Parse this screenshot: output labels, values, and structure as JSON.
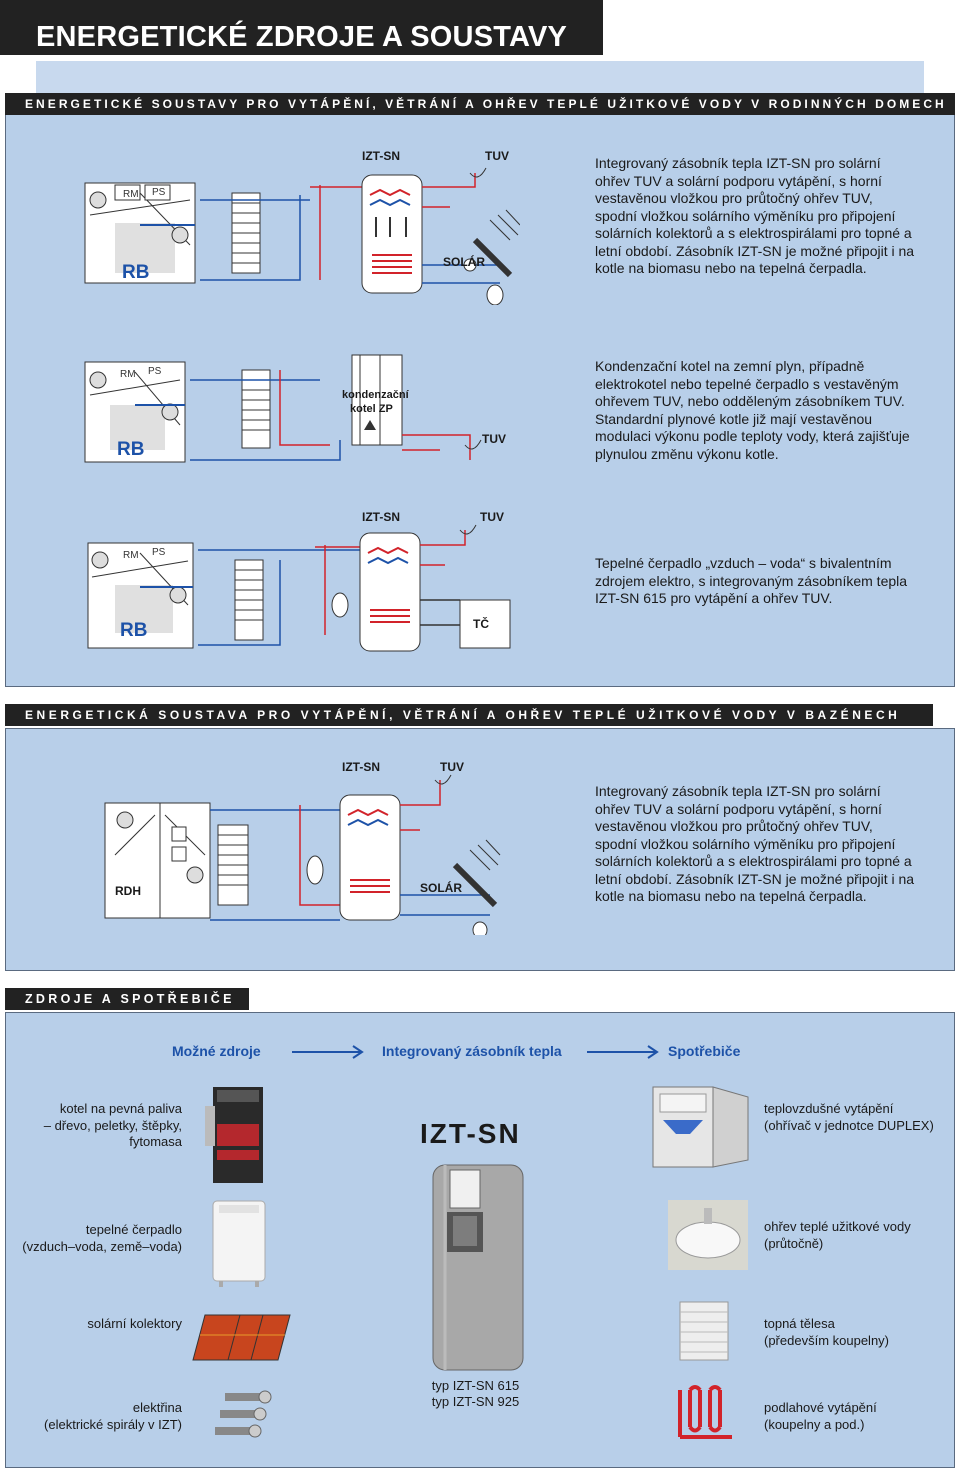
{
  "page_title": "ENERGETICKÉ ZDROJE A SOUSTAVY",
  "sections": {
    "homes_label": "ENERGETICKÉ SOUSTAVY PRO VYTÁPĚNÍ, VĚTRÁNÍ A OHŘEV TEPLÉ UŽITKOVÉ VODY V RODINNÝCH DOMECH",
    "pools_label": "ENERGETICKÁ SOUSTAVA PRO VYTÁPĚNÍ, VĚTRÁNÍ A OHŘEV TEPLÉ UŽITKOVÉ VODY V BAZÉNECH",
    "sources_label": "ZDROJE A SPOTŘEBIČE"
  },
  "diagrams": {
    "d1": {
      "rm": "RM",
      "ps": "PS",
      "rb": "RB",
      "tank": "IZT-SN",
      "tuv": "TUV",
      "solar": "SOLÁR"
    },
    "d2": {
      "rm": "RM",
      "ps": "PS",
      "rb": "RB",
      "boiler": "kondenzační kotel ZP",
      "tuv": "TUV"
    },
    "d3": {
      "rm": "RM",
      "ps": "PS",
      "rb": "RB",
      "tank": "IZT-SN",
      "tuv": "TUV",
      "tc": "TČ"
    },
    "d4": {
      "rdh": "RDH",
      "tank": "IZT-SN",
      "tuv": "TUV",
      "solar": "SOLÁR"
    }
  },
  "descriptions": {
    "d1": "Integrovaný zásobník tepla IZT-SN pro solární ohřev TUV a solární podporu vytápění, s horní vestavěnou vložkou pro průtočný ohřev TUV, spodní vložkou solárního výměníku pro připojení solárních kolektorů a s elektrospirálami pro topné a letní období. Zásobník IZT-SN je možné připojit i na kotle na biomasu nebo na tepelná čerpadla.",
    "d2": "Kondenzační kotel na zemní plyn, případně elektrokotel nebo tepelné čerpadlo s vestavěným ohřevem TUV, nebo odděleným zásobníkem TUV. Standardní plynové kotle již mají vestavěnou modulaci výkonu podle teploty vody, která zajišťuje plynulou změnu výkonu kotle.",
    "d3": "Tepelné čerpadlo „vzduch – voda“ s bivalentním zdrojem elektro, s integrovaným zásobníkem tepla IZT-SN 615 pro vytápění a ohřev TUV.",
    "d4": "Integrovaný zásobník tepla IZT-SN pro solární ohřev TUV a solární podporu vytápění, s horní vestavěnou vložkou pro průtočný ohřev TUV, spodní vložkou solárního výměníku pro připojení solárních kolektorů a s elektrospirálami pro topné a letní období. Zásobník IZT-SN je možné připojit i na kotle na biomasu nebo na tepelná čerpadla."
  },
  "flow": {
    "sources": "Možné zdroje",
    "storage": "Integrovaný zásobník tepla",
    "consumers": "Spotřebiče"
  },
  "sources": [
    {
      "line1": "kotel na pevná paliva",
      "line2": "– dřevo, peletky, štěpky,",
      "line3": "fytomasa"
    },
    {
      "line1": "tepelné čerpadlo",
      "line2": "(vzduch–voda, země–voda)",
      "line3": ""
    },
    {
      "line1": "solární kolektory",
      "line2": "",
      "line3": ""
    },
    {
      "line1": "elektřina",
      "line2": "(elektrické spirály v IZT)",
      "line3": ""
    }
  ],
  "storage": {
    "name": "IZT-SN",
    "type1": "typ IZT-SN 615",
    "type2": "typ IZT-SN 925"
  },
  "consumers": [
    {
      "line1": "teplovzdušné vytápění",
      "line2": "(ohřívač v jednotce DUPLEX)"
    },
    {
      "line1": "ohřev teplé užitkové vody",
      "line2": "(průtočně)"
    },
    {
      "line1": "topná tělesa",
      "line2": "(především koupelny)"
    },
    {
      "line1": "podlahové vytápění",
      "line2": "(koupelny a pod.)"
    }
  ],
  "colors": {
    "accent_blue": "#1d52a8",
    "section_bg": "#b8cfe9",
    "label_bg": "#222222",
    "pipe_red": "#d2232a",
    "pipe_blue": "#1d52a8"
  }
}
